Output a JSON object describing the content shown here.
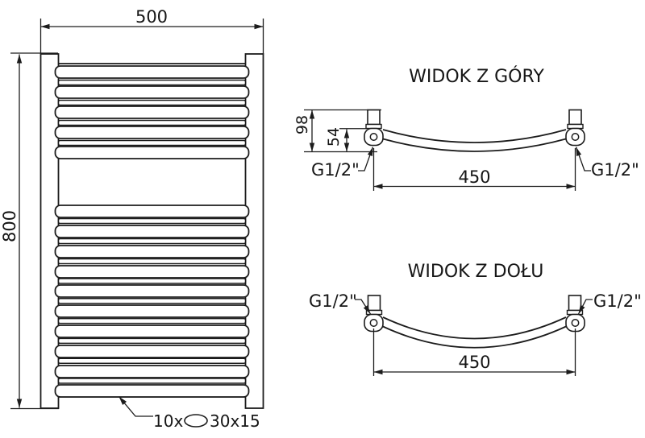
{
  "front_view": {
    "width_label": "500",
    "height_label": "800",
    "tube_count_label": "10x",
    "tube_profile_label": "30x15"
  },
  "top_view": {
    "title": "WIDOK Z GÓRY",
    "total_depth_label": "98",
    "axis_depth_label": "54",
    "connection_spacing_label": "450",
    "thread_left_label": "G1/2\"",
    "thread_right_label": "G1/2\""
  },
  "bottom_view": {
    "title": "WIDOK Z DOŁU",
    "connection_spacing_label": "450",
    "thread_left_label": "G1/2\"",
    "thread_right_label": "G1/2\""
  }
}
